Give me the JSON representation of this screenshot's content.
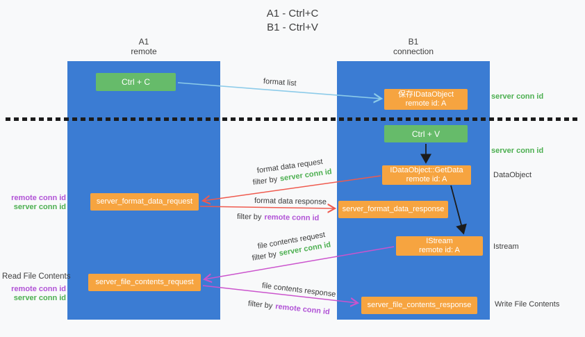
{
  "title": {
    "line1": "A1 - Ctrl+C",
    "line2": "B1 - Ctrl+V"
  },
  "lanes": {
    "left": {
      "title": "A1",
      "subtitle": "remote"
    },
    "right": {
      "title": "B1",
      "subtitle": "connection"
    }
  },
  "nodes": {
    "ctrl_c": {
      "label": "Ctrl + C"
    },
    "ctrl_v": {
      "label": "Ctrl + V"
    },
    "save_dataobject": {
      "line1": "保存IDataObject",
      "line2": "remote id: A"
    },
    "getdata": {
      "line1": "IDataObject::GetData",
      "line2": "remote id: A"
    },
    "istream": {
      "line1": "IStream",
      "line2": "remote id: A"
    },
    "format_request": {
      "label": "server_format_data_request"
    },
    "format_response": {
      "label": "server_format_data_response"
    },
    "file_request": {
      "label": "server_file_contents_request"
    },
    "file_response": {
      "label": "server_file_contents_response"
    }
  },
  "side_labels": {
    "server_conn_top": "server conn id",
    "server_conn_mid": "server conn id",
    "dataobject": "DataObject",
    "istream": "Istream",
    "write_file": "Write File Contents",
    "read_file": "Read File Contents",
    "left_remote_conn_1": "remote conn id",
    "left_server_conn_1": "server conn id",
    "left_remote_conn_2": "remote conn id",
    "left_server_conn_2": "server conn id"
  },
  "arrow_labels": {
    "format_list": "format list",
    "format_data_request": "format data request",
    "format_data_response": "format data response",
    "file_contents_request": "file contents request",
    "file_contents_response": "file contents response",
    "filter_by": "filter by",
    "server_conn_id": "server conn id",
    "remote_conn_id": "remote conn id"
  },
  "colors": {
    "lane_blue": "#3b7cd3",
    "box_green": "#66bb6a",
    "box_orange": "#f6a440",
    "arrow_light_blue": "#8ccbe9",
    "arrow_red": "#ef5a4e",
    "arrow_magenta": "#cb54cd",
    "arrow_black": "#1c1c1c",
    "text_green": "#4caf50",
    "text_purple": "#b153d6"
  }
}
